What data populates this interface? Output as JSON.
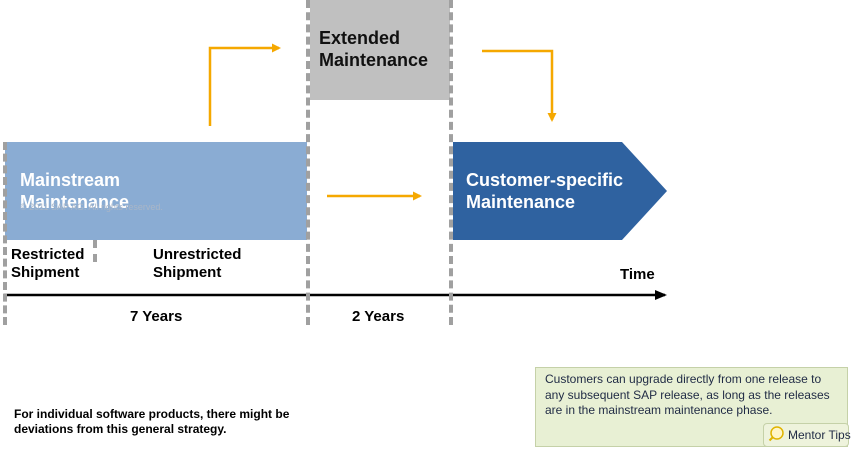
{
  "phases": {
    "mainstream": "Mainstream Maintenance",
    "extended": "Extended Maintenance",
    "customer_specific": "Customer-specific Maintenance"
  },
  "shipment": {
    "restricted": "Restricted Shipment",
    "unrestricted": "Unrestricted Shipment"
  },
  "timeline": {
    "axis_label": "Time",
    "period_1": "7 Years",
    "period_2": "2 Years"
  },
  "watermark": "© 2011 SAP AG. All rights reserved.",
  "note": "For individual software products, there might be deviations from this general strategy.",
  "mentor_tip": {
    "text": "Customers can upgrade directly from one release to any subsequent SAP release, as long as the releases are in the mainstream maintenance phase.",
    "badge_label": "Mentor Tips"
  },
  "colors": {
    "mainstream": "#8aacd3",
    "extended": "#c0c0c0",
    "customer_specific": "#2f62a0",
    "arrows": "#f5a800",
    "divider": "#a0a0a0"
  }
}
